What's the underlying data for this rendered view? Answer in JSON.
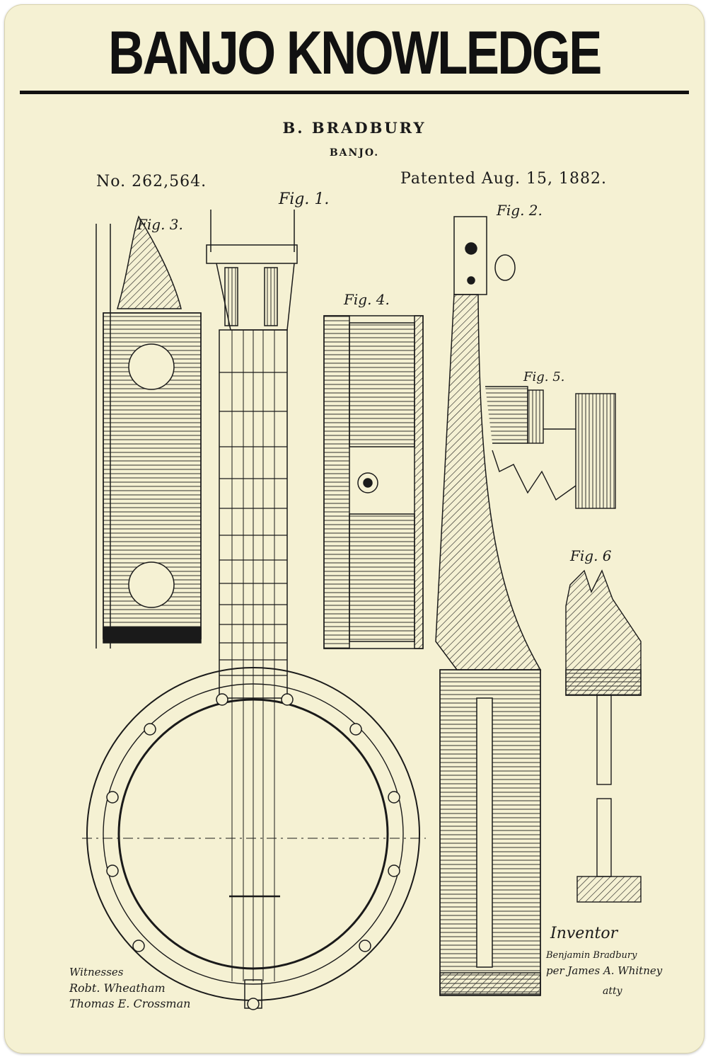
{
  "sign": {
    "title": "BANJO KNOWLEDGE",
    "inventor": "B. BRADBURY",
    "subject": "BANJO.",
    "patent_number": "No. 262,564.",
    "patent_date": "Patented Aug. 15, 1882."
  },
  "figures": {
    "fig1": "Fig. 1.",
    "fig2": "Fig. 2.",
    "fig3": "Fig. 3.",
    "fig4": "Fig. 4.",
    "fig5": "Fig. 5.",
    "fig6": "Fig. 6"
  },
  "signatures": {
    "witnesses_label": "Witnesses",
    "witness_1": "Robt. Wheatham",
    "witness_2": "Thomas E. Crossman",
    "inventor_label": "Inventor",
    "inventor_signature": "Benjamin Bradbury",
    "by_line": "per James A. Whitney",
    "attorney_label": "atty"
  },
  "colors": {
    "background": "#f5f1d3",
    "ink": "#1a1a1a"
  }
}
